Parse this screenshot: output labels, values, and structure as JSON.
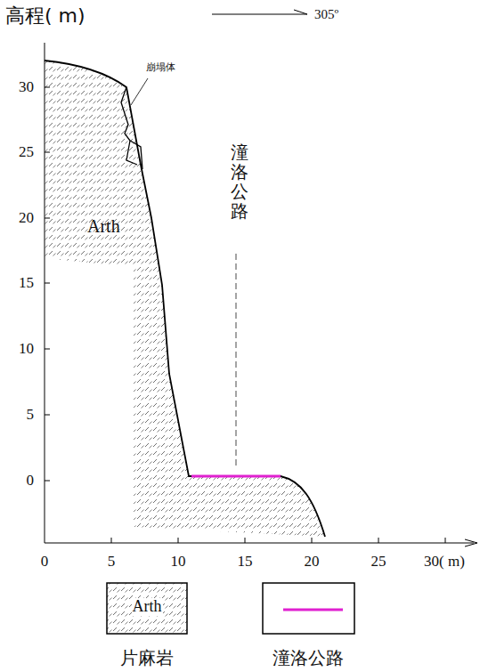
{
  "diagram": {
    "labels": [
      "高程( m)",
      "305º",
      "崩塌体",
      "Arth",
      "潼洛公路",
      "30",
      "25",
      "20",
      "15",
      "10",
      "5",
      "0",
      "0",
      "5",
      "10",
      "15",
      "20",
      "25",
      "30( m)",
      "Arth"
    ],
    "legend": [
      {
        "text": "片麻岩"
      },
      {
        "text": "潼洛公路"
      }
    ]
  }
}
